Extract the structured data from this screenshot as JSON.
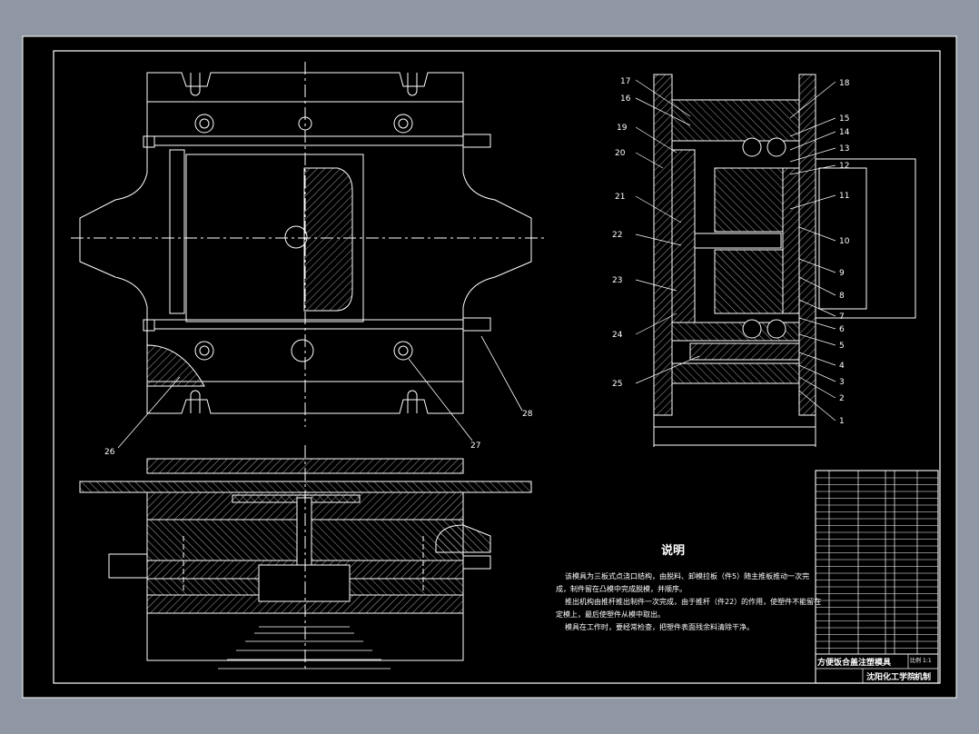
{
  "drawing": {
    "notes_title": "说明",
    "notes_lines": [
      "该模具为三板式点浇口结构，由脱料、卸模拉板（件5）随主推板推动一次完",
      "成，制件留在凸模中完成脱模，并顺序。",
      "推出机构由推杆推出制件一次完成，由于推杆（件22）的作用，使塑件不能留在",
      "定模上，最后使塑件从模中取出。",
      "模具在工作时，要经常检查，把塑件表面残余料清除干净。"
    ],
    "title_block": {
      "drawing_title": "方便饭合盖注塑模具",
      "school": "沈阳化工学院",
      "dept": "机制",
      "scale_label": "比例",
      "scale_value": "1:1"
    },
    "side_view_part_numbers": [
      "17",
      "16",
      "19",
      "20",
      "21",
      "22",
      "23",
      "24",
      "25",
      "18",
      "15",
      "14",
      "13",
      "12",
      "11",
      "10",
      "9",
      "8",
      "7",
      "6",
      "5",
      "4",
      "3",
      "2",
      "1"
    ],
    "plan_view_part_numbers": [
      "26",
      "27",
      "28"
    ]
  },
  "colors": {
    "background": "#8e97a3",
    "sheet": "#000000",
    "line": "#ffffff"
  }
}
